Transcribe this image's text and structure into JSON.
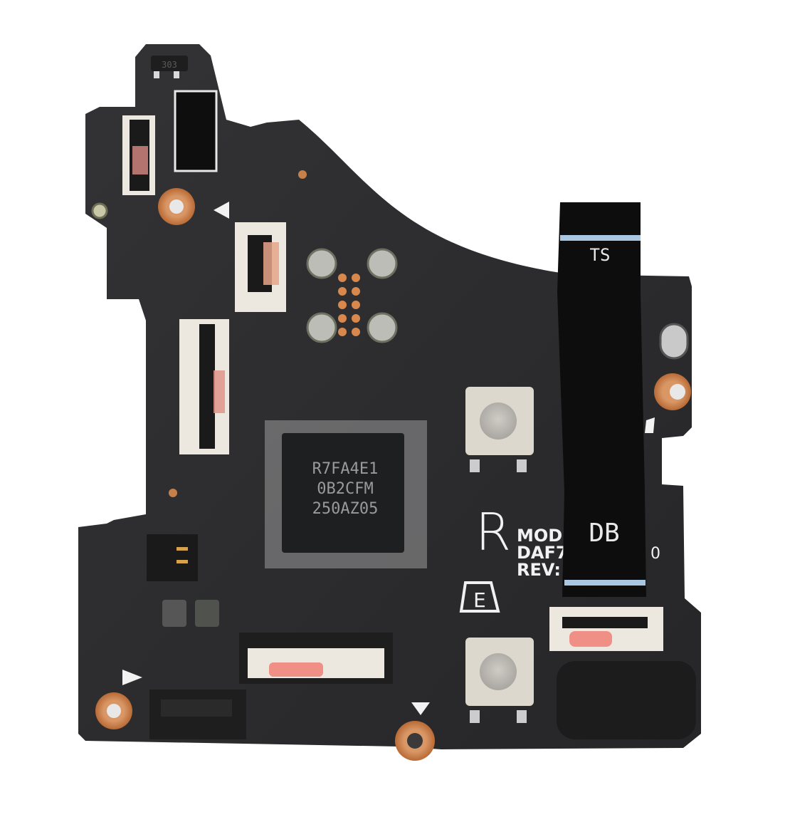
{
  "scene": {
    "subject": "Game controller right-side PCB board with ribbon cable",
    "background_color": "#ffffff",
    "board_color": "#2b2b2d",
    "copper_color": "#c8804a",
    "connector_color": "#e9e4dc",
    "pink_tape_color": "#ef8f86"
  },
  "transistor": {
    "marking": "303"
  },
  "mcu": {
    "line1": "R7FA4E1",
    "line2": "0B2CFM",
    "line3": "250AZ05"
  },
  "silkscreen": {
    "side_letter": "R",
    "e_marking": "E",
    "model_label": "MODE",
    "daf_label": "DAF7",
    "rev_label": "REV:",
    "right_trailing_char": "0"
  },
  "ribbon_cable": {
    "top_label": "TS",
    "bottom_label": "DB",
    "stripe_color": "#a9c7e3"
  },
  "buttons": [
    {
      "name": "tact-switch-upper"
    },
    {
      "name": "tact-switch-lower"
    }
  ]
}
